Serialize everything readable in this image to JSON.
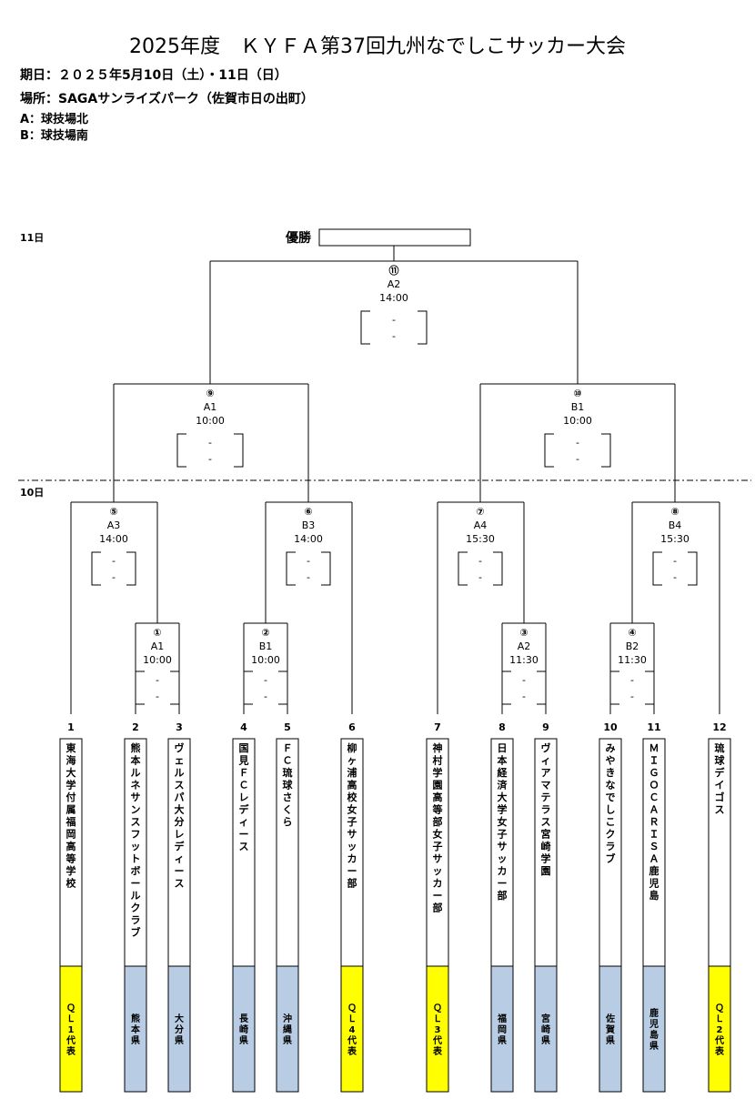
{
  "header": {
    "title": "2025年度　ＫＹＦＡ第37回九州なでしこサッカー大会",
    "date_line": "期日：２０２５年5月10日（土）・11日（日）",
    "venue_line": "場所：SAGAサンライズパーク（佐賀市日の出町）",
    "venue_a": "A：球技場北",
    "venue_b": "B：球技場南"
  },
  "day_labels": {
    "day11": "11日",
    "day10": "10日"
  },
  "champion_label": "優勝",
  "score_dash": "-",
  "matches": [
    {
      "id": "m1",
      "num": "①",
      "court": "A1",
      "time": "10:00"
    },
    {
      "id": "m2",
      "num": "②",
      "court": "B1",
      "time": "10:00"
    },
    {
      "id": "m3",
      "num": "③",
      "court": "A2",
      "time": "11:30"
    },
    {
      "id": "m4",
      "num": "④",
      "court": "B2",
      "time": "11:30"
    },
    {
      "id": "m5",
      "num": "⑤",
      "court": "A3",
      "time": "14:00"
    },
    {
      "id": "m6",
      "num": "⑥",
      "court": "B3",
      "time": "14:00"
    },
    {
      "id": "m7",
      "num": "⑦",
      "court": "A4",
      "time": "15:30"
    },
    {
      "id": "m8",
      "num": "⑧",
      "court": "B4",
      "time": "15:30"
    },
    {
      "id": "m9",
      "num": "⑨",
      "court": "A1",
      "time": "10:00"
    },
    {
      "id": "m10",
      "num": "⑩",
      "court": "B1",
      "time": "10:00"
    },
    {
      "id": "m11",
      "num": "⑪",
      "court": "A2",
      "time": "14:00"
    }
  ],
  "teams": [
    {
      "num": "1",
      "name": "東海大学付属福岡高等学校",
      "pref": "ＱＬ1代表",
      "kind": "ql"
    },
    {
      "num": "2",
      "name": "熊本ルネサンスフットボールクラブ",
      "pref": "熊本県",
      "kind": "pref"
    },
    {
      "num": "3",
      "name": "ヴェルスパ大分レディース",
      "pref": "大分県",
      "kind": "pref"
    },
    {
      "num": "4",
      "name": "国見ＦＣレディース",
      "pref": "長崎県",
      "kind": "pref"
    },
    {
      "num": "5",
      "name": "ＦＣ琉球さくら",
      "pref": "沖縄県",
      "kind": "pref"
    },
    {
      "num": "6",
      "name": "柳ヶ浦高校女子サッカー部",
      "pref": "ＱＬ4代表",
      "kind": "ql"
    },
    {
      "num": "7",
      "name": "神村学園高等部女子サッカー部",
      "pref": "ＱＬ3代表",
      "kind": "ql"
    },
    {
      "num": "8",
      "name": "日本経済大学女子サッカー部",
      "pref": "福岡県",
      "kind": "pref"
    },
    {
      "num": "9",
      "name": "ヴィアマテラス宮崎学園",
      "pref": "宮崎県",
      "kind": "pref"
    },
    {
      "num": "10",
      "name": "みやきなでしこクラブ",
      "pref": "佐賀県",
      "kind": "pref"
    },
    {
      "num": "11",
      "name": "ＭＩＧＯＣＡＲＩＳＡ鹿児島",
      "pref": "鹿児島県",
      "kind": "pref"
    },
    {
      "num": "12",
      "name": "琉球デイゴス",
      "pref": "ＱＬ2代表",
      "kind": "ql"
    }
  ],
  "colors": {
    "ql": "#ffff00",
    "pref": "#b8cce4",
    "line": "#000000"
  }
}
